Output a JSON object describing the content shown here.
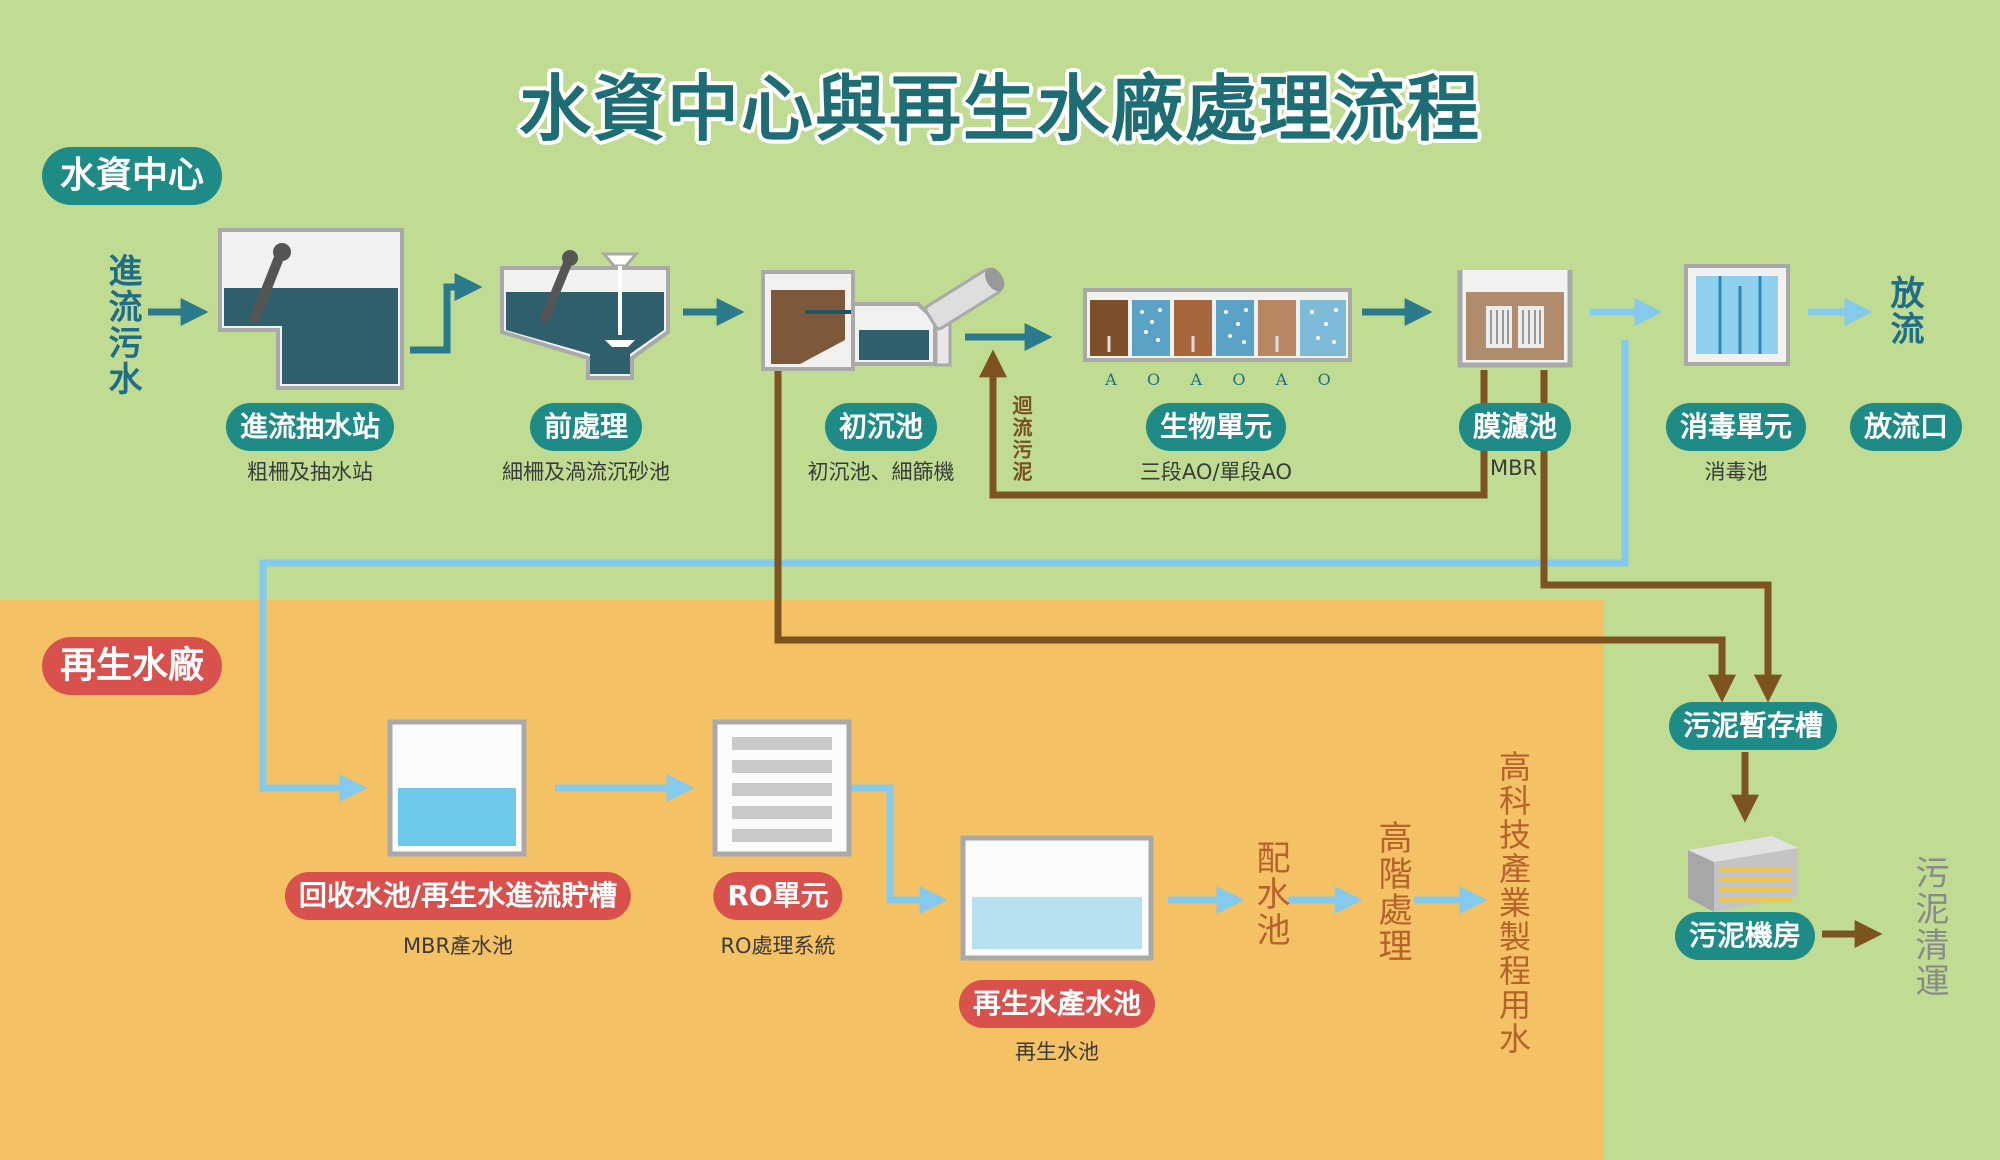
{
  "title": "水資中心與再生水廠處理流程",
  "sections": {
    "water_center": "水資中心",
    "reclaimed_plant": "再生水廠"
  },
  "inflow_label": "進流污水",
  "discharge_label": "放流",
  "stages": [
    {
      "name": "進流抽水站",
      "sub": "粗柵及抽水站"
    },
    {
      "name": "前處理",
      "sub": "細柵及渦流沉砂池"
    },
    {
      "name": "初沉池",
      "sub": "初沉池、細篩機"
    },
    {
      "name": "生物單元",
      "sub": "三段AO/單段AO"
    },
    {
      "name": "膜濾池",
      "sub": "MBR"
    },
    {
      "name": "消毒單元",
      "sub": "消毒池"
    },
    {
      "name": "放流口"
    }
  ],
  "ao_letters": [
    "A",
    "O",
    "A",
    "O",
    "A",
    "O"
  ],
  "return_sludge": "迴流污泥",
  "sludge": {
    "storage": "污泥暫存槽",
    "house": "污泥機房",
    "transport": "污泥清運"
  },
  "reclaimed": [
    {
      "name": "回收水池/再生水進流貯槽",
      "sub": "MBR產水池"
    },
    {
      "name": "RO單元",
      "sub": "RO處理系統"
    },
    {
      "name": "再生水產水池",
      "sub": "再生水池"
    }
  ],
  "outputs": [
    "配水池",
    "高階處理",
    "高科技產業製程用水"
  ],
  "colors": {
    "teal_arrow": "#2b7a8c",
    "light_arrow": "#85c9ec",
    "sludge_arrow": "#7d531f",
    "pill_teal": "#1f8b86",
    "pill_red": "#d9514d"
  }
}
